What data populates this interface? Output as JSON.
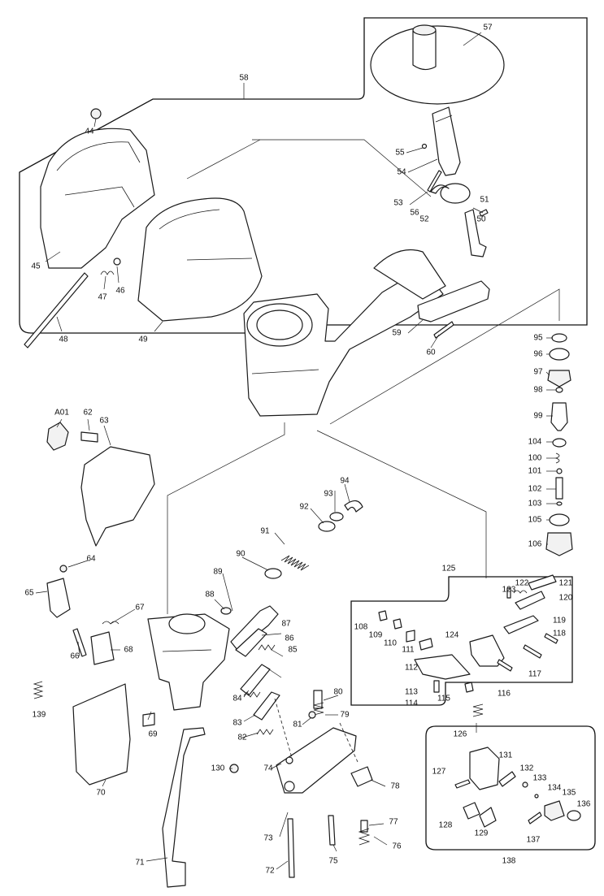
{
  "callouts": {
    "c44": "44",
    "c45": "45",
    "c46": "46",
    "c47": "47",
    "c48": "48",
    "c49": "49",
    "c50": "50",
    "c51": "51",
    "c52": "52",
    "c53": "53",
    "c54": "54",
    "c55": "55",
    "c56": "56",
    "c57": "57",
    "c58": "58",
    "c59": "59",
    "c60": "60",
    "cA01": "A01",
    "c62": "62",
    "c63": "63",
    "c64": "64",
    "c65": "65",
    "c66": "66",
    "c67": "67",
    "c68": "68",
    "c69": "69",
    "c70": "70",
    "c71": "71",
    "c72": "72",
    "c73": "73",
    "c74": "74",
    "c75": "75",
    "c76": "76",
    "c77": "77",
    "c78": "78",
    "c79": "79",
    "c80": "80",
    "c81": "81",
    "c82": "82",
    "c83": "83",
    "c84": "84",
    "c85": "85",
    "c86": "86",
    "c87": "87",
    "c88": "88",
    "c89": "89",
    "c90": "90",
    "c91": "91",
    "c92": "92",
    "c93": "93",
    "c94": "94",
    "c95": "95",
    "c96": "96",
    "c97": "97",
    "c98": "98",
    "c99": "99",
    "c100": "100",
    "c101": "101",
    "c102": "102",
    "c103": "103",
    "c104": "104",
    "c105": "105",
    "c106": "106",
    "c108": "108",
    "c109": "109",
    "c110": "110",
    "c111": "111",
    "c112": "112",
    "c113": "113",
    "c114": "114",
    "c115": "115",
    "c116": "116",
    "c117": "117",
    "c118": "118",
    "c119": "119",
    "c120": "120",
    "c121": "121",
    "c122": "122",
    "c123": "123",
    "c124": "124",
    "c125": "125",
    "c126": "126",
    "c127": "127",
    "c128": "128",
    "c129": "129",
    "c130": "130",
    "c131": "131",
    "c132": "132",
    "c133": "133",
    "c134": "134",
    "c135": "135",
    "c136": "136",
    "c137": "137",
    "c138": "138",
    "c139": "139"
  },
  "colors": {
    "ink": "#1a1a1a",
    "paper": "#ffffff"
  }
}
